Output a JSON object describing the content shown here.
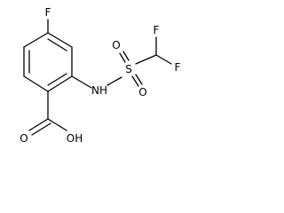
{
  "molecule": {
    "atoms": {
      "f_ring": "F",
      "nh": "NH",
      "s": "S",
      "o_upper": "O",
      "o_lower": "O",
      "f_upper": "F",
      "f_lower": "F",
      "o_carbonyl": "O",
      "oh": "OH"
    }
  },
  "colors": {
    "ink": "#000000",
    "background": "#ffffff"
  }
}
